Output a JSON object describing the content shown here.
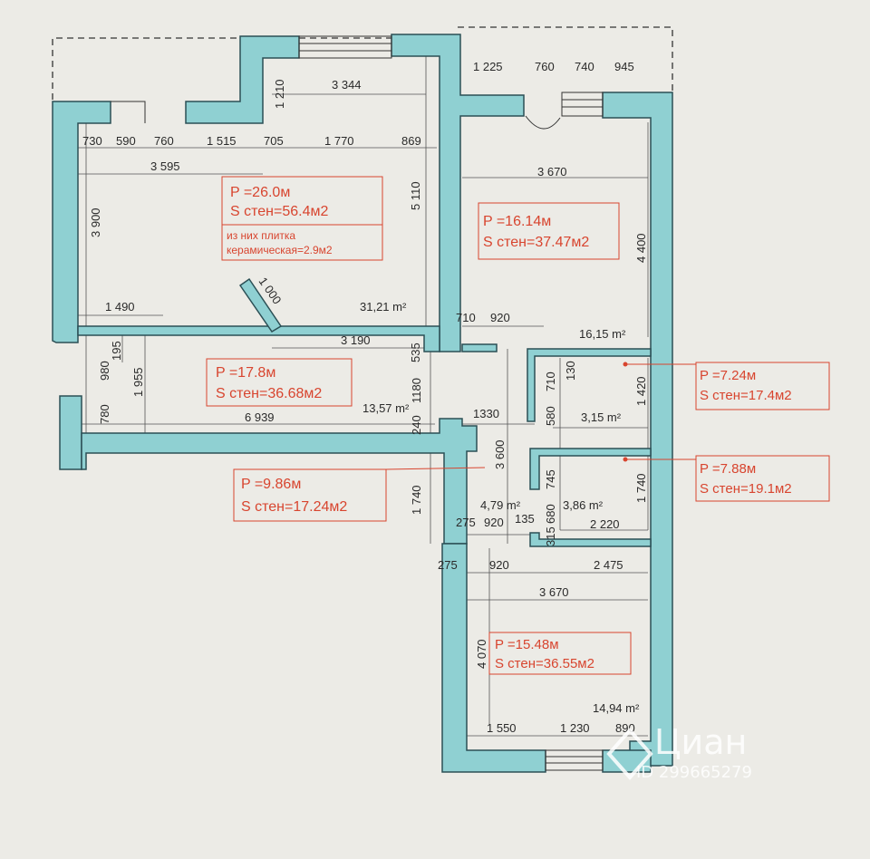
{
  "colors": {
    "wall": "#8fd0d2",
    "wall_stroke": "#2b4f55",
    "label_red": "#d8452f",
    "paper": "#ecebe6"
  },
  "labels": {
    "living": {
      "p": "P =26.0м",
      "s": "S стен=56.4м2",
      "note1": "из них плитка",
      "note2": "керамическая=2.9м2",
      "area": "31,21 m²"
    },
    "room_ne": {
      "p": "P =16.14м",
      "s": "S стен=37.47м2",
      "area": "16,15 m²"
    },
    "corridor": {
      "p": "P =17.8м",
      "s": "S стен=36.68м2",
      "area": "13,57 m²"
    },
    "wc": {
      "p": "P =7.24м",
      "s": "S стен=17.4м2",
      "area": "3,15 m²"
    },
    "bath": {
      "p": "P =7.88м",
      "s": "S стен=19.1м2",
      "area": "3,86 m²"
    },
    "hall": {
      "p": "P =9.86м",
      "s": "S стен=17.24м2",
      "area": "4,79 m²"
    },
    "room_s": {
      "p": "P =15.48м",
      "s": "S стен=36.55м2",
      "area": "14,94 m²"
    }
  },
  "dimensions": {
    "top_row": [
      "730",
      "590",
      "760",
      "1 515",
      "705",
      "1 770",
      "869"
    ],
    "d3344": "3 344",
    "d1210": "1 210",
    "d3595": "3 595",
    "d3900": "3 900",
    "d5110": "5 110",
    "d1000": "1 000",
    "d1490": "1 490",
    "d3190": "3 190",
    "d535": "535",
    "top_right": [
      "1 225",
      "760",
      "740",
      "945"
    ],
    "d3670a": "3 670",
    "d4400": "4 400",
    "d710a": "710",
    "d920a": "920",
    "d195": "195",
    "d980": "980",
    "d1955": "1 955",
    "d780": "780",
    "d6939": "6 939",
    "d1180": "1180",
    "d240": "240",
    "d1330": "1330",
    "d710b": "710",
    "d130": "130",
    "d1420": "1 420",
    "d580": "580",
    "d745": "745",
    "d3600": "3 600",
    "d1740a": "1 740",
    "d1740b": "1 740",
    "d680": "680",
    "d2220": "2 220",
    "d275a": "275",
    "d920b": "920",
    "d135": "135",
    "d315": "315",
    "d275b": "275",
    "d920c": "920",
    "d2475": "2 475",
    "d3670b": "3 670",
    "d4070": "4 070",
    "bottom_row": [
      "1 550",
      "1 230",
      "890"
    ]
  },
  "watermark": {
    "brand": "Циан",
    "id": "ID 299665279"
  }
}
